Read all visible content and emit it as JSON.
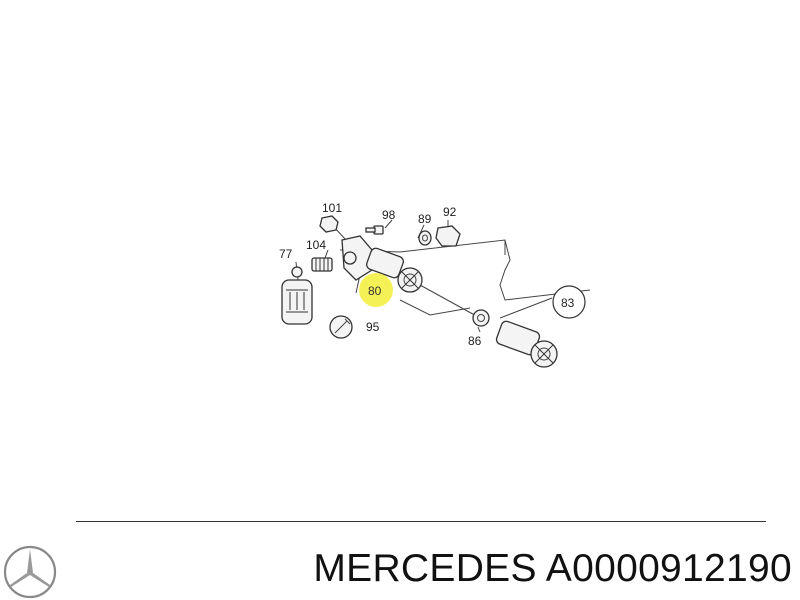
{
  "diagram": {
    "callouts": [
      {
        "id": "101",
        "label": "101"
      },
      {
        "id": "98",
        "label": "98"
      },
      {
        "id": "89",
        "label": "89"
      },
      {
        "id": "92",
        "label": "92"
      },
      {
        "id": "77",
        "label": "77"
      },
      {
        "id": "104",
        "label": "104"
      },
      {
        "id": "80",
        "label": "80",
        "highlighted": true
      },
      {
        "id": "95",
        "label": "95"
      },
      {
        "id": "83",
        "label": "83"
      },
      {
        "id": "86",
        "label": "86"
      }
    ],
    "highlight_color": "#f2ee3a"
  },
  "footer": {
    "brand": "MERCEDES",
    "part_number": "A0000912190",
    "logo_icon": "mercedes-star-icon"
  }
}
